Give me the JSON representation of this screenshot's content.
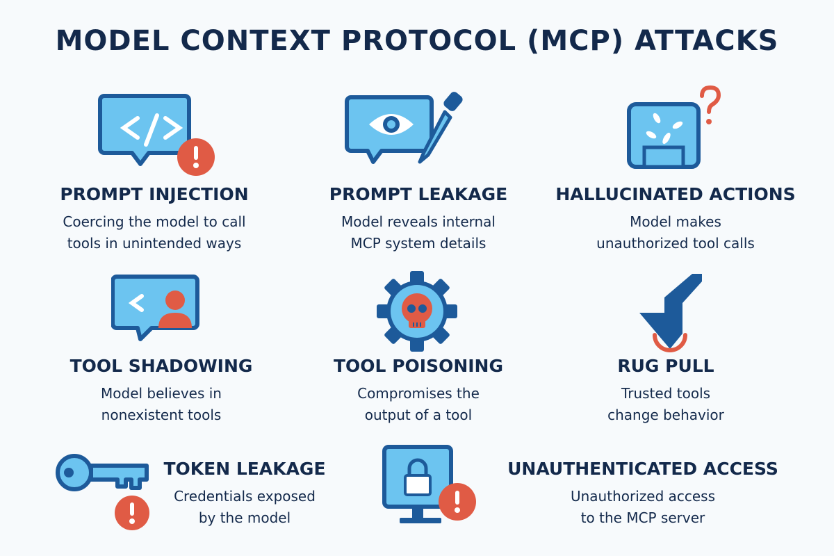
{
  "title": "MODEL CONTEXT PROTOCOL (MCP) ATTACKS",
  "colors": {
    "navy": "#13294b",
    "stroke": "#1d5a9a",
    "fill": "#6cc4f0",
    "alert": "#e05b45"
  },
  "attacks": [
    {
      "name": "PROMPT INJECTION",
      "desc1": "Coercing the model to call",
      "desc2": "tools in unintended ways",
      "icon": "code-bubble-alert-icon"
    },
    {
      "name": "PROMPT LEAKAGE",
      "desc1": "Model reveals internal",
      "desc2": "MCP system details",
      "icon": "eye-bubble-dropper-icon"
    },
    {
      "name": "HALLUCINATED ACTIONS",
      "desc1": "Model makes",
      "desc2": "unauthorized tool calls",
      "icon": "confused-screen-question-icon"
    },
    {
      "name": "TOOL SHADOWING",
      "desc1": "Model believes in",
      "desc2": "nonexistent tools",
      "icon": "user-bubble-icon"
    },
    {
      "name": "TOOL POISONING",
      "desc1": "Compromises the",
      "desc2": "output of a tool",
      "icon": "gear-skull-icon"
    },
    {
      "name": "RUG PULL",
      "desc1": "Trusted tools",
      "desc2": "change behavior",
      "icon": "down-arrow-icon"
    },
    {
      "name": "TOKEN LEAKAGE",
      "desc1": "Credentials exposed",
      "desc2": "by the model",
      "icon": "key-alert-icon"
    },
    {
      "name": "UNAUTHENTICATED ACCESS",
      "desc1": "Unauthorized access",
      "desc2": "to the MCP server",
      "icon": "monitor-lock-alert-icon"
    }
  ]
}
